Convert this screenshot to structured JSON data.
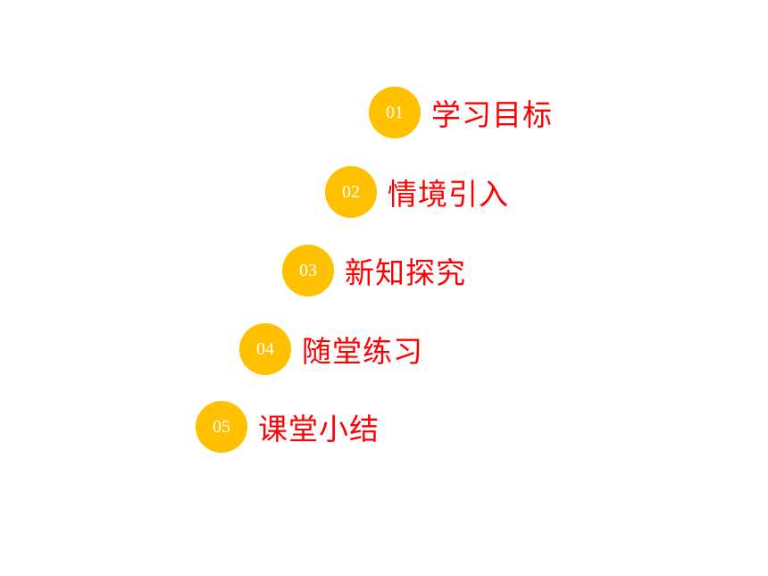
{
  "menu": {
    "items": [
      {
        "number": "01",
        "label": "学习目标"
      },
      {
        "number": "02",
        "label": "情境引入"
      },
      {
        "number": "03",
        "label": "新知探究"
      },
      {
        "number": "04",
        "label": "随堂练习"
      },
      {
        "number": "05",
        "label": "课堂小结"
      }
    ]
  },
  "colors": {
    "badge": "#ffc000",
    "badge_text": "#ffffff",
    "label": "#ff0000",
    "background": "#ffffff"
  }
}
